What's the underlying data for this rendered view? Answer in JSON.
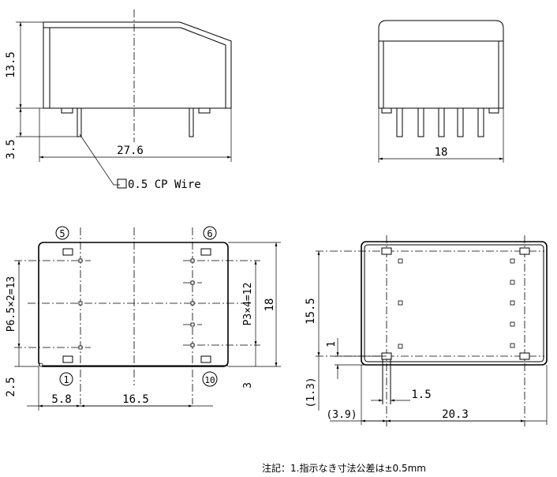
{
  "dimensions": {
    "height_13_5": "13.5",
    "lead_3_5": "3.5",
    "length_27_6": "27.6",
    "width_18_front": "18",
    "pitch_left": "P6.5×2=13",
    "pitch_right": "P3×4=12",
    "height_18": "18",
    "offset_2_5": "2.5",
    "offset_3": "3",
    "width_5_8": "5.8",
    "width_16_5": "16.5",
    "height_15_5": "15.5",
    "offset_1": "1",
    "offset_1_3": "(1.3)",
    "width_1_5": "1.5",
    "offset_3_9": "(3.9)",
    "width_20_3": "20.3"
  },
  "callouts": {
    "wire_square": "",
    "wire_label": "0.5  CP Wire"
  },
  "pins": {
    "pin5": "5",
    "pin6": "6",
    "pin1": "1",
    "pin10": "10"
  },
  "note": {
    "text": "注記：1.指示なき寸法公差は±0.5mm"
  }
}
